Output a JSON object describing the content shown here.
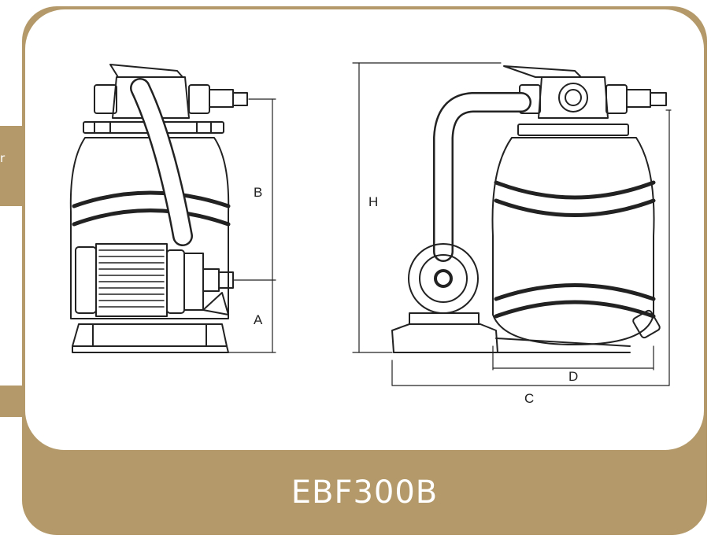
{
  "side_tab": {
    "text": "r"
  },
  "diagram": {
    "dimension_labels": {
      "a": "A",
      "b": "B",
      "c": "C",
      "d": "D",
      "h": "H"
    },
    "colors": {
      "frame": "#b49a6a",
      "line": "#222222",
      "panel": "#ffffff"
    }
  },
  "model_name": "EBF300B"
}
